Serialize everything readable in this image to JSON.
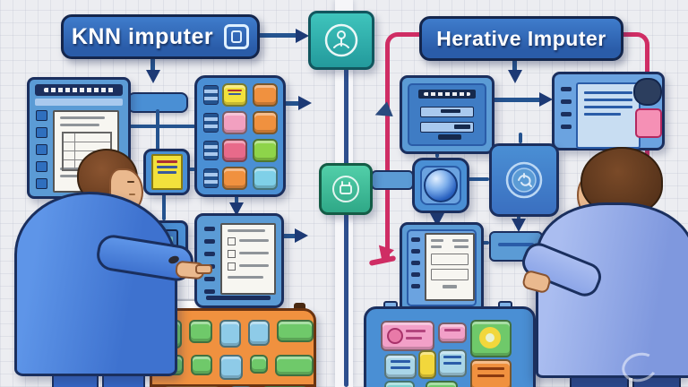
{
  "banners": {
    "left_title": "KNN imputer",
    "right_title": "Herative Imputer"
  },
  "icons": {
    "left_banner_icon": "rounded-square-outline-icon",
    "top_center_icon": "circular-figure-emblem-icon",
    "mid_center_icon": "circular-hand-emblem-icon",
    "right_emblem_icon": "circular-gear-emblem-icon"
  },
  "palette": {
    "background": "#ecedf1",
    "outline_navy": "#1b2f5e",
    "connector_blue": "#24538f",
    "banner_blue": "#2f66b5",
    "panel_blue": "#4a8fd4",
    "panel_blue_light": "#6ba3e0",
    "panel_inner_blue": "#3f7cc4",
    "doc_white": "#f7f6f1",
    "teal_square": "#2fb5ad",
    "teal_green_square": "#43c39f",
    "pink_line": "#cf2d64",
    "sticky_yellow": "#f2e13c",
    "cell_yellow": "#f2e13c",
    "cell_orange": "#f0913f",
    "cell_pink": "#f2a0c0",
    "cell_rose": "#e86a8a",
    "cell_green": "#8ed44a",
    "cell_cyan": "#7fd0e8",
    "cell_blue": "#8ecbe8",
    "btn_green": "#6fc96a",
    "orange_board": "#f0913f",
    "pink_card": "#f2a0c8",
    "donut_yellow": "#f2d73c",
    "light_blue_card": "#a9d6e8",
    "teal_card": "#7fd0cf",
    "suit_left": "#4a86e0",
    "pants_left": "#3566c4",
    "suit_right": "#96adea",
    "pants_right": "#2c4a8e",
    "skin": "#eab98e",
    "hair_left": "#7a4a2a",
    "hair_right": "#6e4226"
  },
  "knn_matrix_rows": [
    [
      "yellow",
      "orange"
    ],
    [
      "pink",
      "orange"
    ],
    [
      "rose",
      "green"
    ],
    [
      "orange",
      "cyan"
    ]
  ],
  "orange_board_rows": [
    [
      "green",
      "green",
      "blue",
      "blue",
      "green_wide"
    ],
    [
      "green",
      "green",
      "blue",
      "green",
      "green_wide"
    ],
    [
      "orange_wide",
      "blue",
      "green_wide"
    ]
  ],
  "iterative_board_cells": [
    "pink_profile_card",
    "pink_small_card",
    "green_donut_tile",
    "light_blue_card",
    "yellow_tile",
    "light_blue_card",
    "orange_card",
    "teal_card",
    "green_card"
  ],
  "figures": {
    "left_person": "man in blue suit pointing at KNN flowchart",
    "right_person": "man in periwinkle suit working on iterative flowchart"
  }
}
